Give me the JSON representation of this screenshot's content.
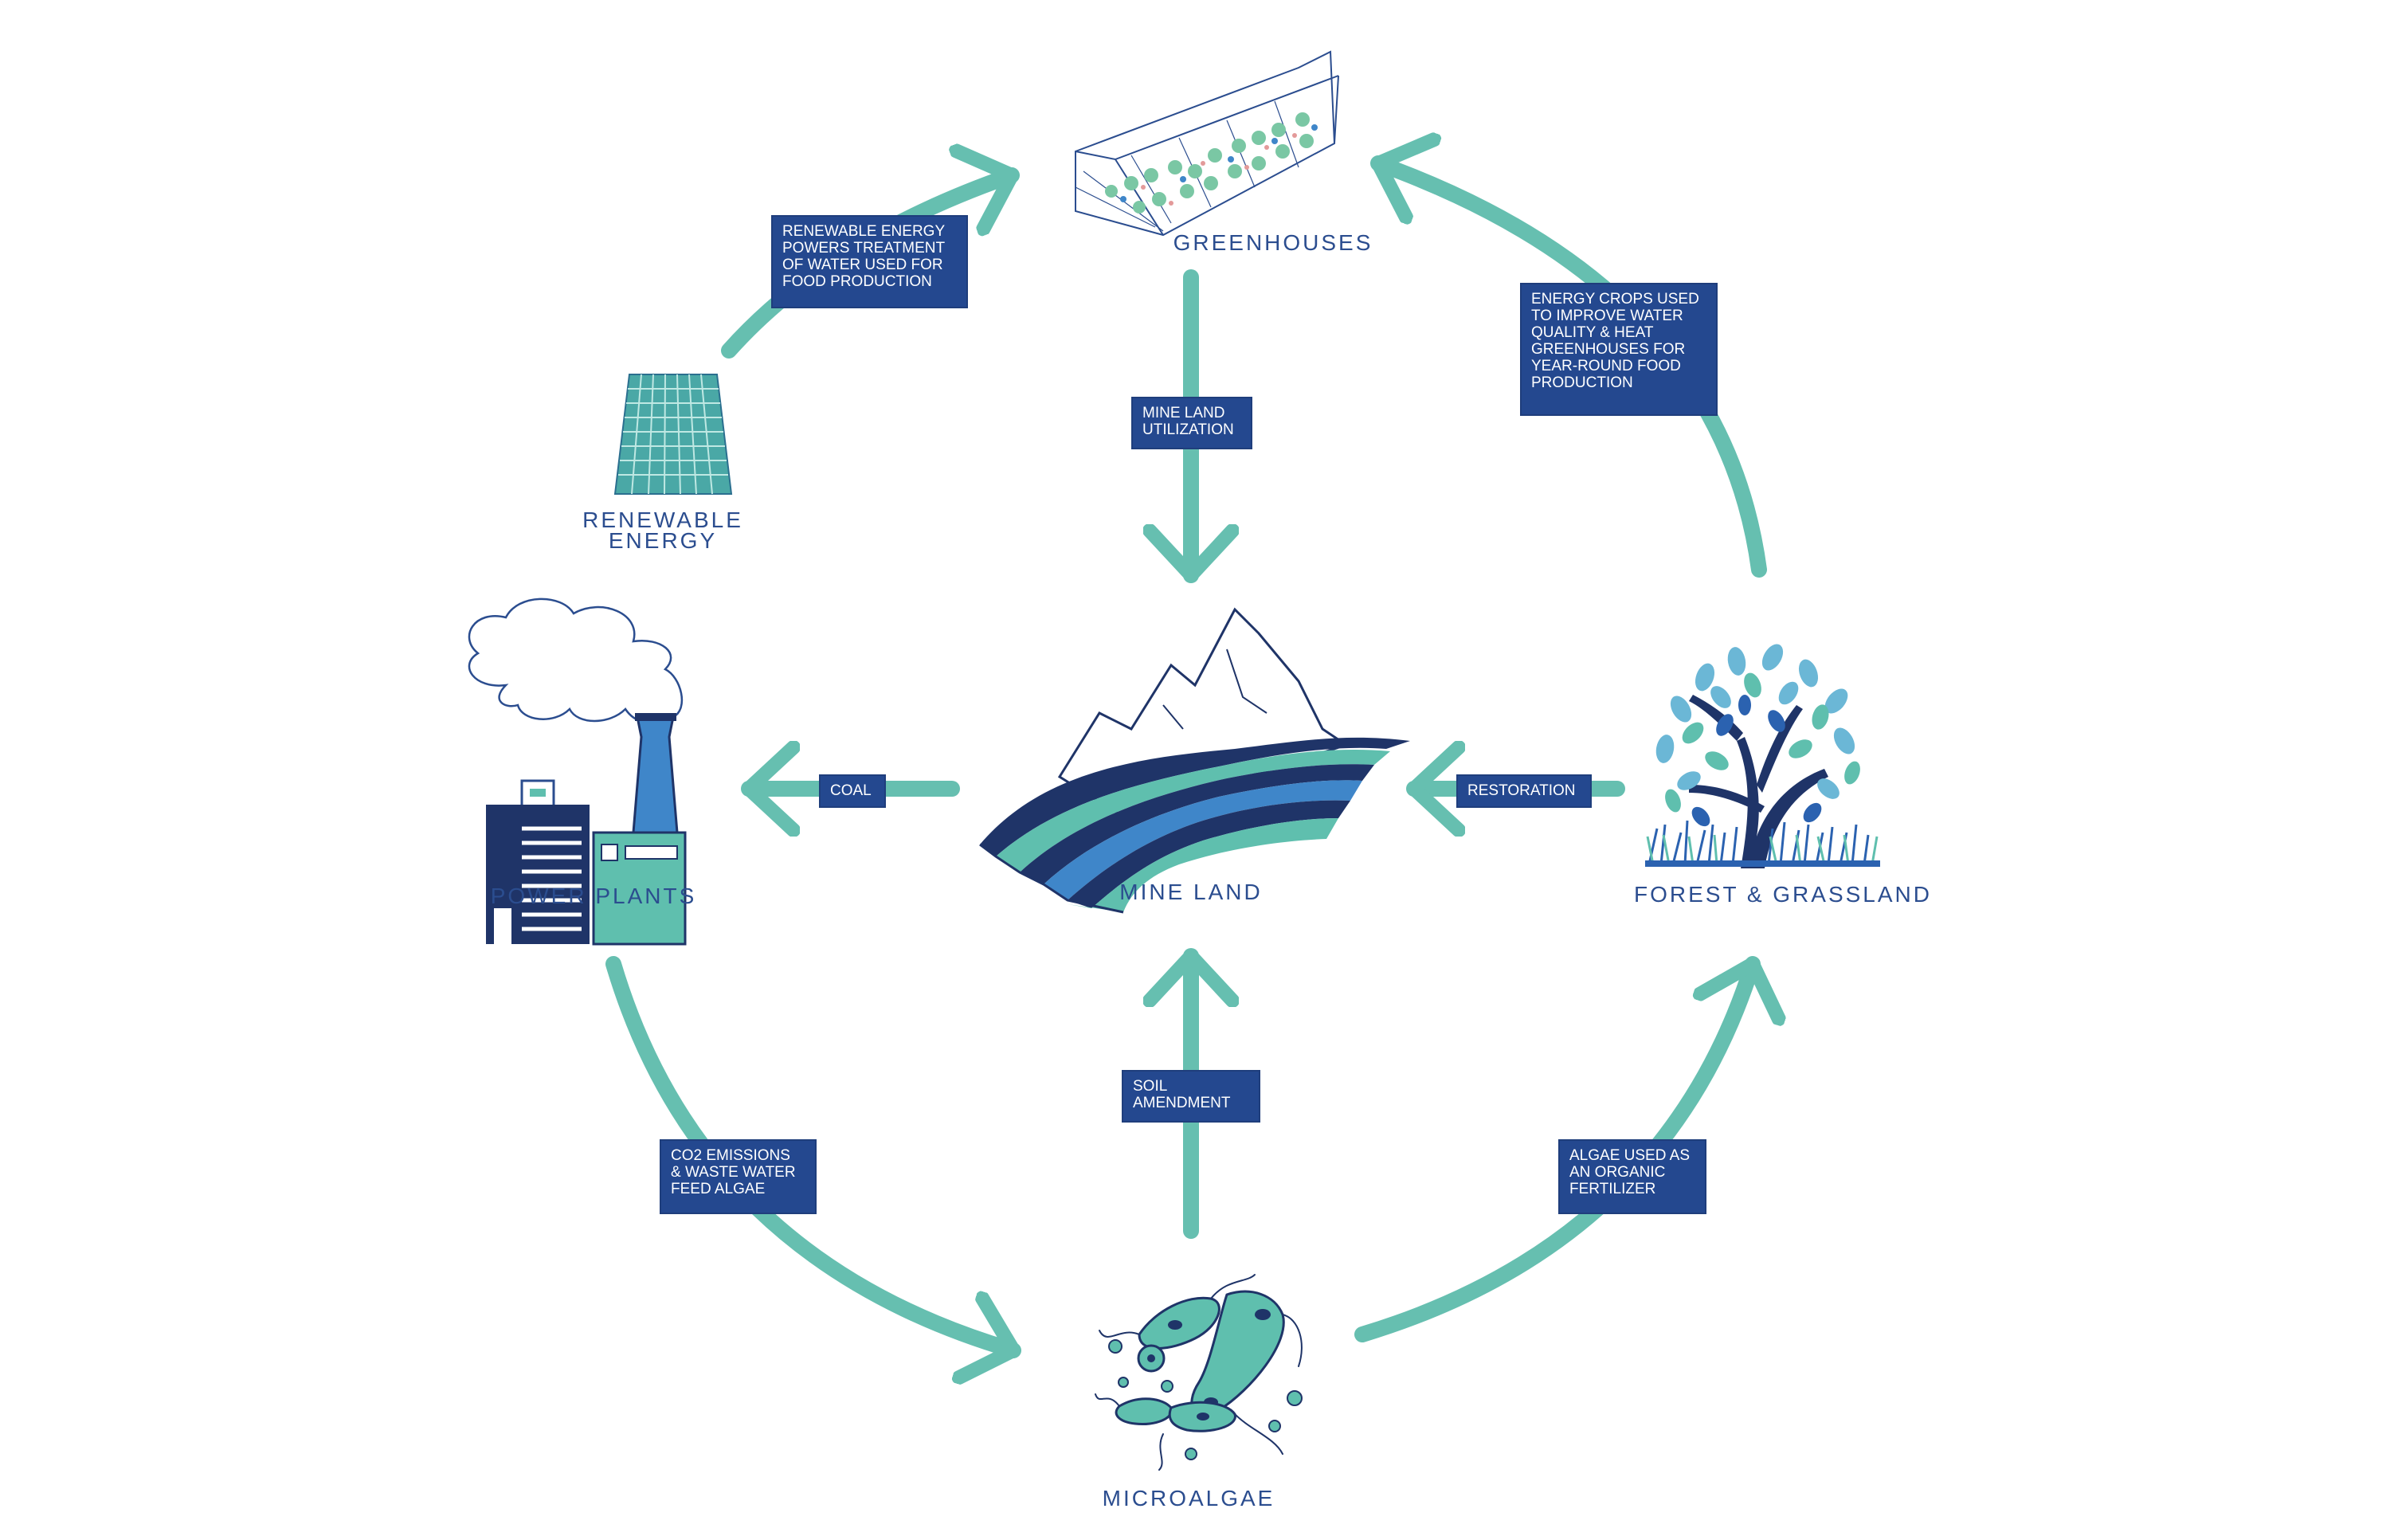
{
  "nodes": {
    "greenhouses": "GREENHOUSES",
    "renewable_energy": [
      "RENEWABLE",
      "ENERGY"
    ],
    "power_plants": "POWER PLANTS",
    "mine_land": "MINE LAND",
    "forest_grassland": "FOREST & GRASSLAND",
    "microalgae": "MICROALGAE"
  },
  "labels": {
    "renewable_energy_powers": [
      "RENEWABLE ENERGY",
      "POWERS TREATMENT",
      "OF WATER USED FOR",
      "FOOD PRODUCTION"
    ],
    "energy_crops": [
      "ENERGY CROPS USED",
      "TO IMPROVE WATER",
      "QUALITY & HEAT",
      "GREENHOUSES FOR",
      "YEAR-ROUND FOOD",
      "PRODUCTION"
    ],
    "mine_land_utilization": [
      "MINE LAND",
      "UTILIZATION"
    ],
    "coal": [
      "COAL"
    ],
    "restoration": [
      "RESTORATION"
    ],
    "soil_amendment": [
      "SOIL",
      "AMENDMENT"
    ],
    "co2_emissions": [
      "CO2 EMISSIONS",
      "& WASTE WATER",
      "FEED ALGAE"
    ],
    "algae_fertilizer": [
      "ALGAE USED AS",
      "AN ORGANIC",
      "FERTILIZER"
    ]
  },
  "colors": {
    "arrow": "#66bfb0",
    "label_box": "#24488f",
    "node_text": "#2b4d8f",
    "navy": "#1f3468",
    "teal": "#5fbfae",
    "blue": "#3f86c9"
  }
}
